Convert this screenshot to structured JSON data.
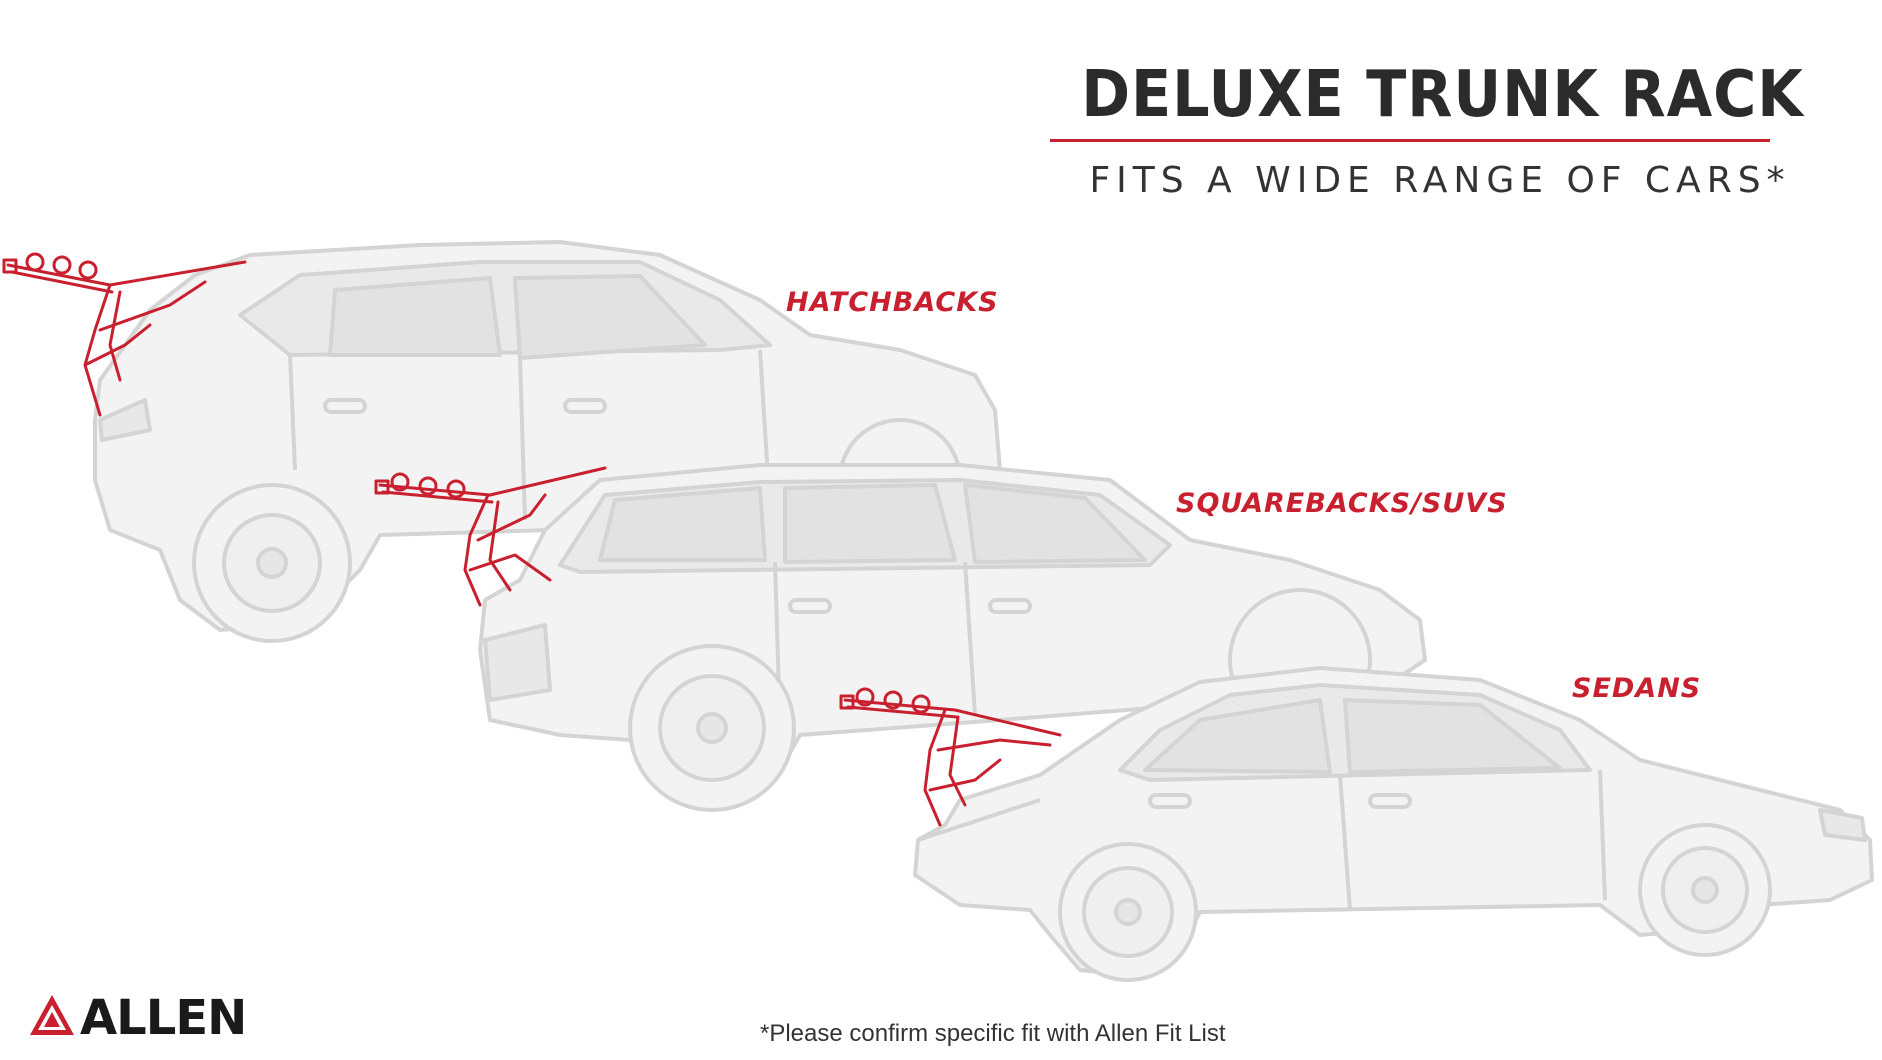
{
  "heading": {
    "title": "DELUXE TRUNK RACK",
    "subtitle": "FITS A WIDE RANGE OF CARS*"
  },
  "categories": [
    {
      "label": "HATCHBACKS"
    },
    {
      "label": "SQUAREBACKS/SUVS"
    },
    {
      "label": "SEDANS"
    }
  ],
  "footnote": "*Please confirm specific fit with Allen Fit List",
  "brand": {
    "logo_text": "ALLEN"
  },
  "colors": {
    "accent": "#c8202f",
    "car_fill": "#f2f2f2",
    "car_outline": "#d6d6d6",
    "text_dark": "#2b2b2b"
  }
}
